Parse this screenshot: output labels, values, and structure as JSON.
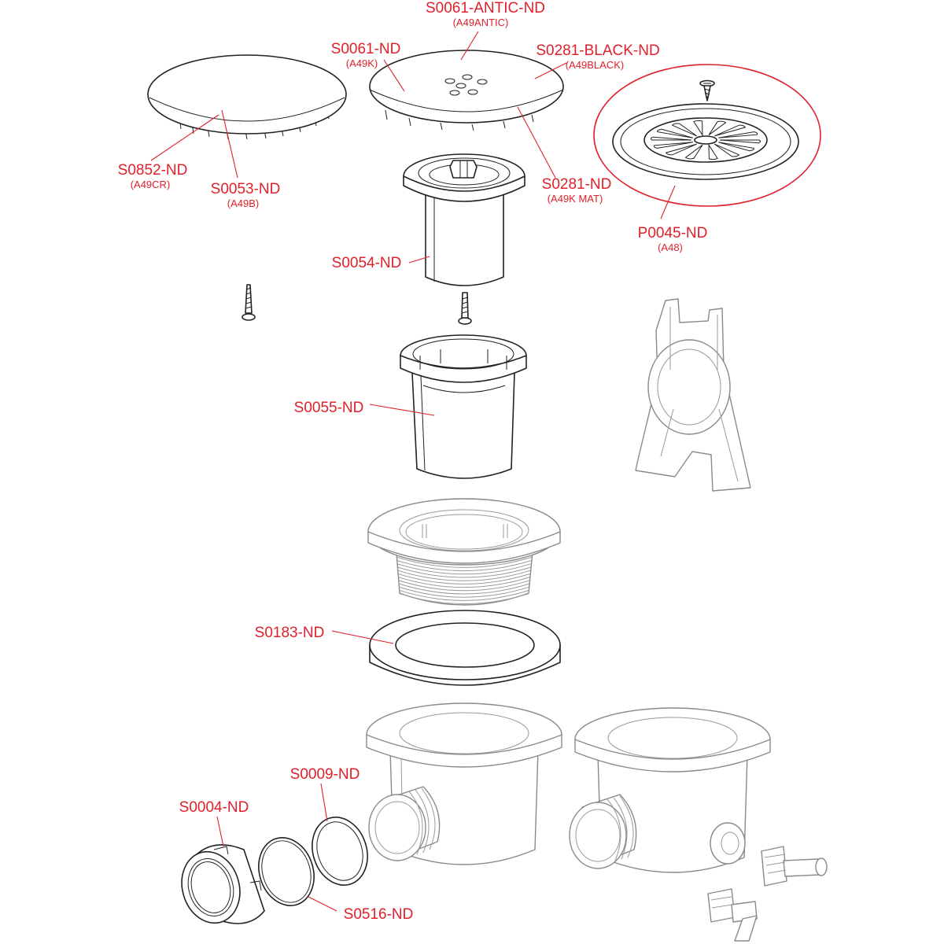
{
  "colors": {
    "label": "#e0202a",
    "line": "#222222",
    "gray_line": "#8a8a8a",
    "highlight": "#e0202a",
    "background": "#ffffff"
  },
  "labels": {
    "s0061_antic": {
      "code": "S0061-ANTIC-ND",
      "sub": "(A49ANTIC)"
    },
    "s0061": {
      "code": "S0061-ND",
      "sub": "(A49K)"
    },
    "s0281_black": {
      "code": "S0281-BLACK-ND",
      "sub": "(A49BLACK)"
    },
    "s0852": {
      "code": "S0852-ND",
      "sub": "(A49CR)"
    },
    "s0053": {
      "code": "S0053-ND",
      "sub": "(A49B)"
    },
    "s0281": {
      "code": "S0281-ND",
      "sub": "(A49K MAT)"
    },
    "p0045": {
      "code": "P0045-ND",
      "sub": "(A48)"
    },
    "s0054": {
      "code": "S0054-ND"
    },
    "s0055": {
      "code": "S0055-ND"
    },
    "s0183": {
      "code": "S0183-ND"
    },
    "s0009": {
      "code": "S0009-ND"
    },
    "s0004": {
      "code": "S0004-ND"
    },
    "s0516": {
      "code": "S0516-ND"
    }
  },
  "icons": {
    "screw": "screw-icon",
    "grate": "drain-grate-icon",
    "wrench": "installation-key-icon",
    "fitting": "hose-fitting-icon"
  }
}
